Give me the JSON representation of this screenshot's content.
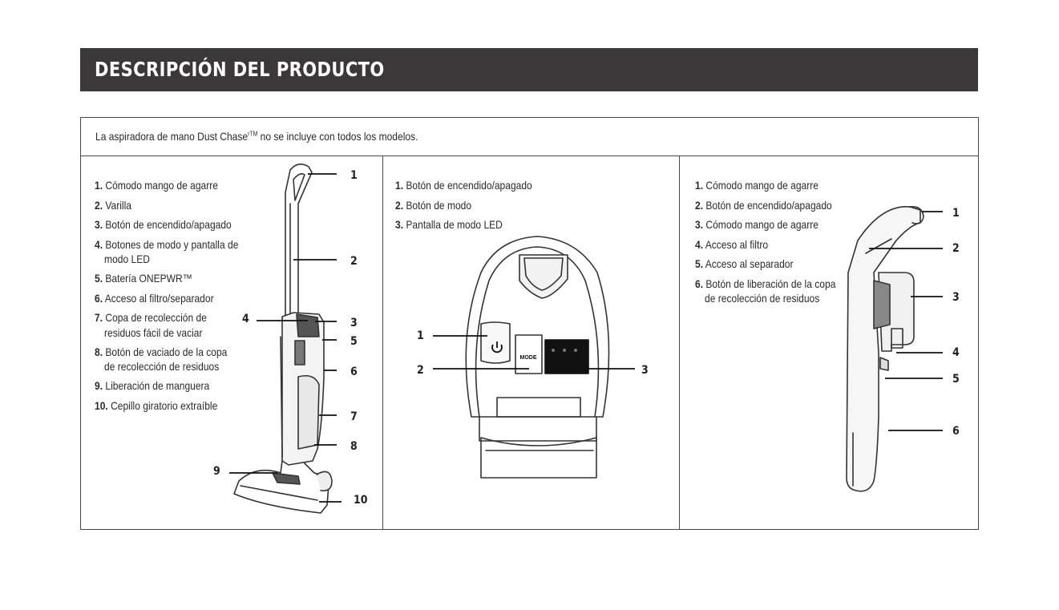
{
  "header": {
    "title": "DESCRIPCIÓN DEL PRODUCTO"
  },
  "note": {
    "text": "La aspiradora de mano Dust Chase",
    "tm": "rTM",
    "text_after": " no se incluye con todos los modelos."
  },
  "col1": {
    "items": [
      {
        "num": "1.",
        "label": "Cómodo mango de agarre"
      },
      {
        "num": "2.",
        "label": "Varilla"
      },
      {
        "num": "3.",
        "label": "Botón de encendido/apagado"
      },
      {
        "num": "4.",
        "label": "Botones de modo y pantalla de",
        "label2": "modo LED"
      },
      {
        "num": "5.",
        "label": "Batería ONEPWR™"
      },
      {
        "num": "6.",
        "label": "Acceso al filtro/separador"
      },
      {
        "num": "7.",
        "label": "Copa de recolección de",
        "label2": "residuos fácil de vaciar"
      },
      {
        "num": "8.",
        "label": "Botón de vaciado de la copa",
        "label2": "de recolección de residuos"
      },
      {
        "num": "9.",
        "label": "Liberación de manguera"
      },
      {
        "num": "10.",
        "label": "Cepillo giratorio extraíble"
      }
    ],
    "callouts": [
      "1",
      "2",
      "3",
      "4",
      "5",
      "6",
      "7",
      "8",
      "9",
      "10"
    ]
  },
  "col2": {
    "items": [
      {
        "num": "1.",
        "label": "Botón de encendido/apagado"
      },
      {
        "num": "2.",
        "label": "Botón de modo"
      },
      {
        "num": "3.",
        "label": "Pantalla de modo LED"
      }
    ],
    "mode_label": "MODE",
    "callouts": [
      "1",
      "2",
      "3"
    ]
  },
  "col3": {
    "items": [
      {
        "num": "1.",
        "label": "Cómodo mango de agarre"
      },
      {
        "num": "2.",
        "label": "Botón de encendido/apagado"
      },
      {
        "num": "3.",
        "label": "Cómodo mango de agarre"
      },
      {
        "num": "4.",
        "label": "Acceso al filtro"
      },
      {
        "num": "5.",
        "label": "Acceso al separador"
      },
      {
        "num": "6.",
        "label": "Botón de liberación de la copa",
        "label2": "de recolección de residuos"
      }
    ],
    "callouts": [
      "1",
      "2",
      "3",
      "4",
      "5",
      "6"
    ]
  }
}
